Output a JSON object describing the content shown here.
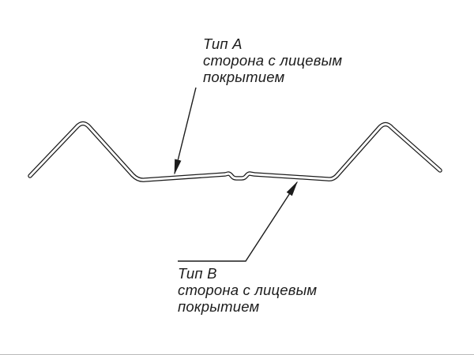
{
  "colors": {
    "line": "#1c1c1c",
    "background": "#ffffff",
    "page_edge": "#b9b9b9"
  },
  "labels": {
    "type_a": {
      "title": "Тип А",
      "line1": "сторона с лицевым",
      "line2": "покрытием"
    },
    "type_b": {
      "title": "Тип В",
      "line1": "сторона с лицевым",
      "line2": "покрытием"
    }
  }
}
